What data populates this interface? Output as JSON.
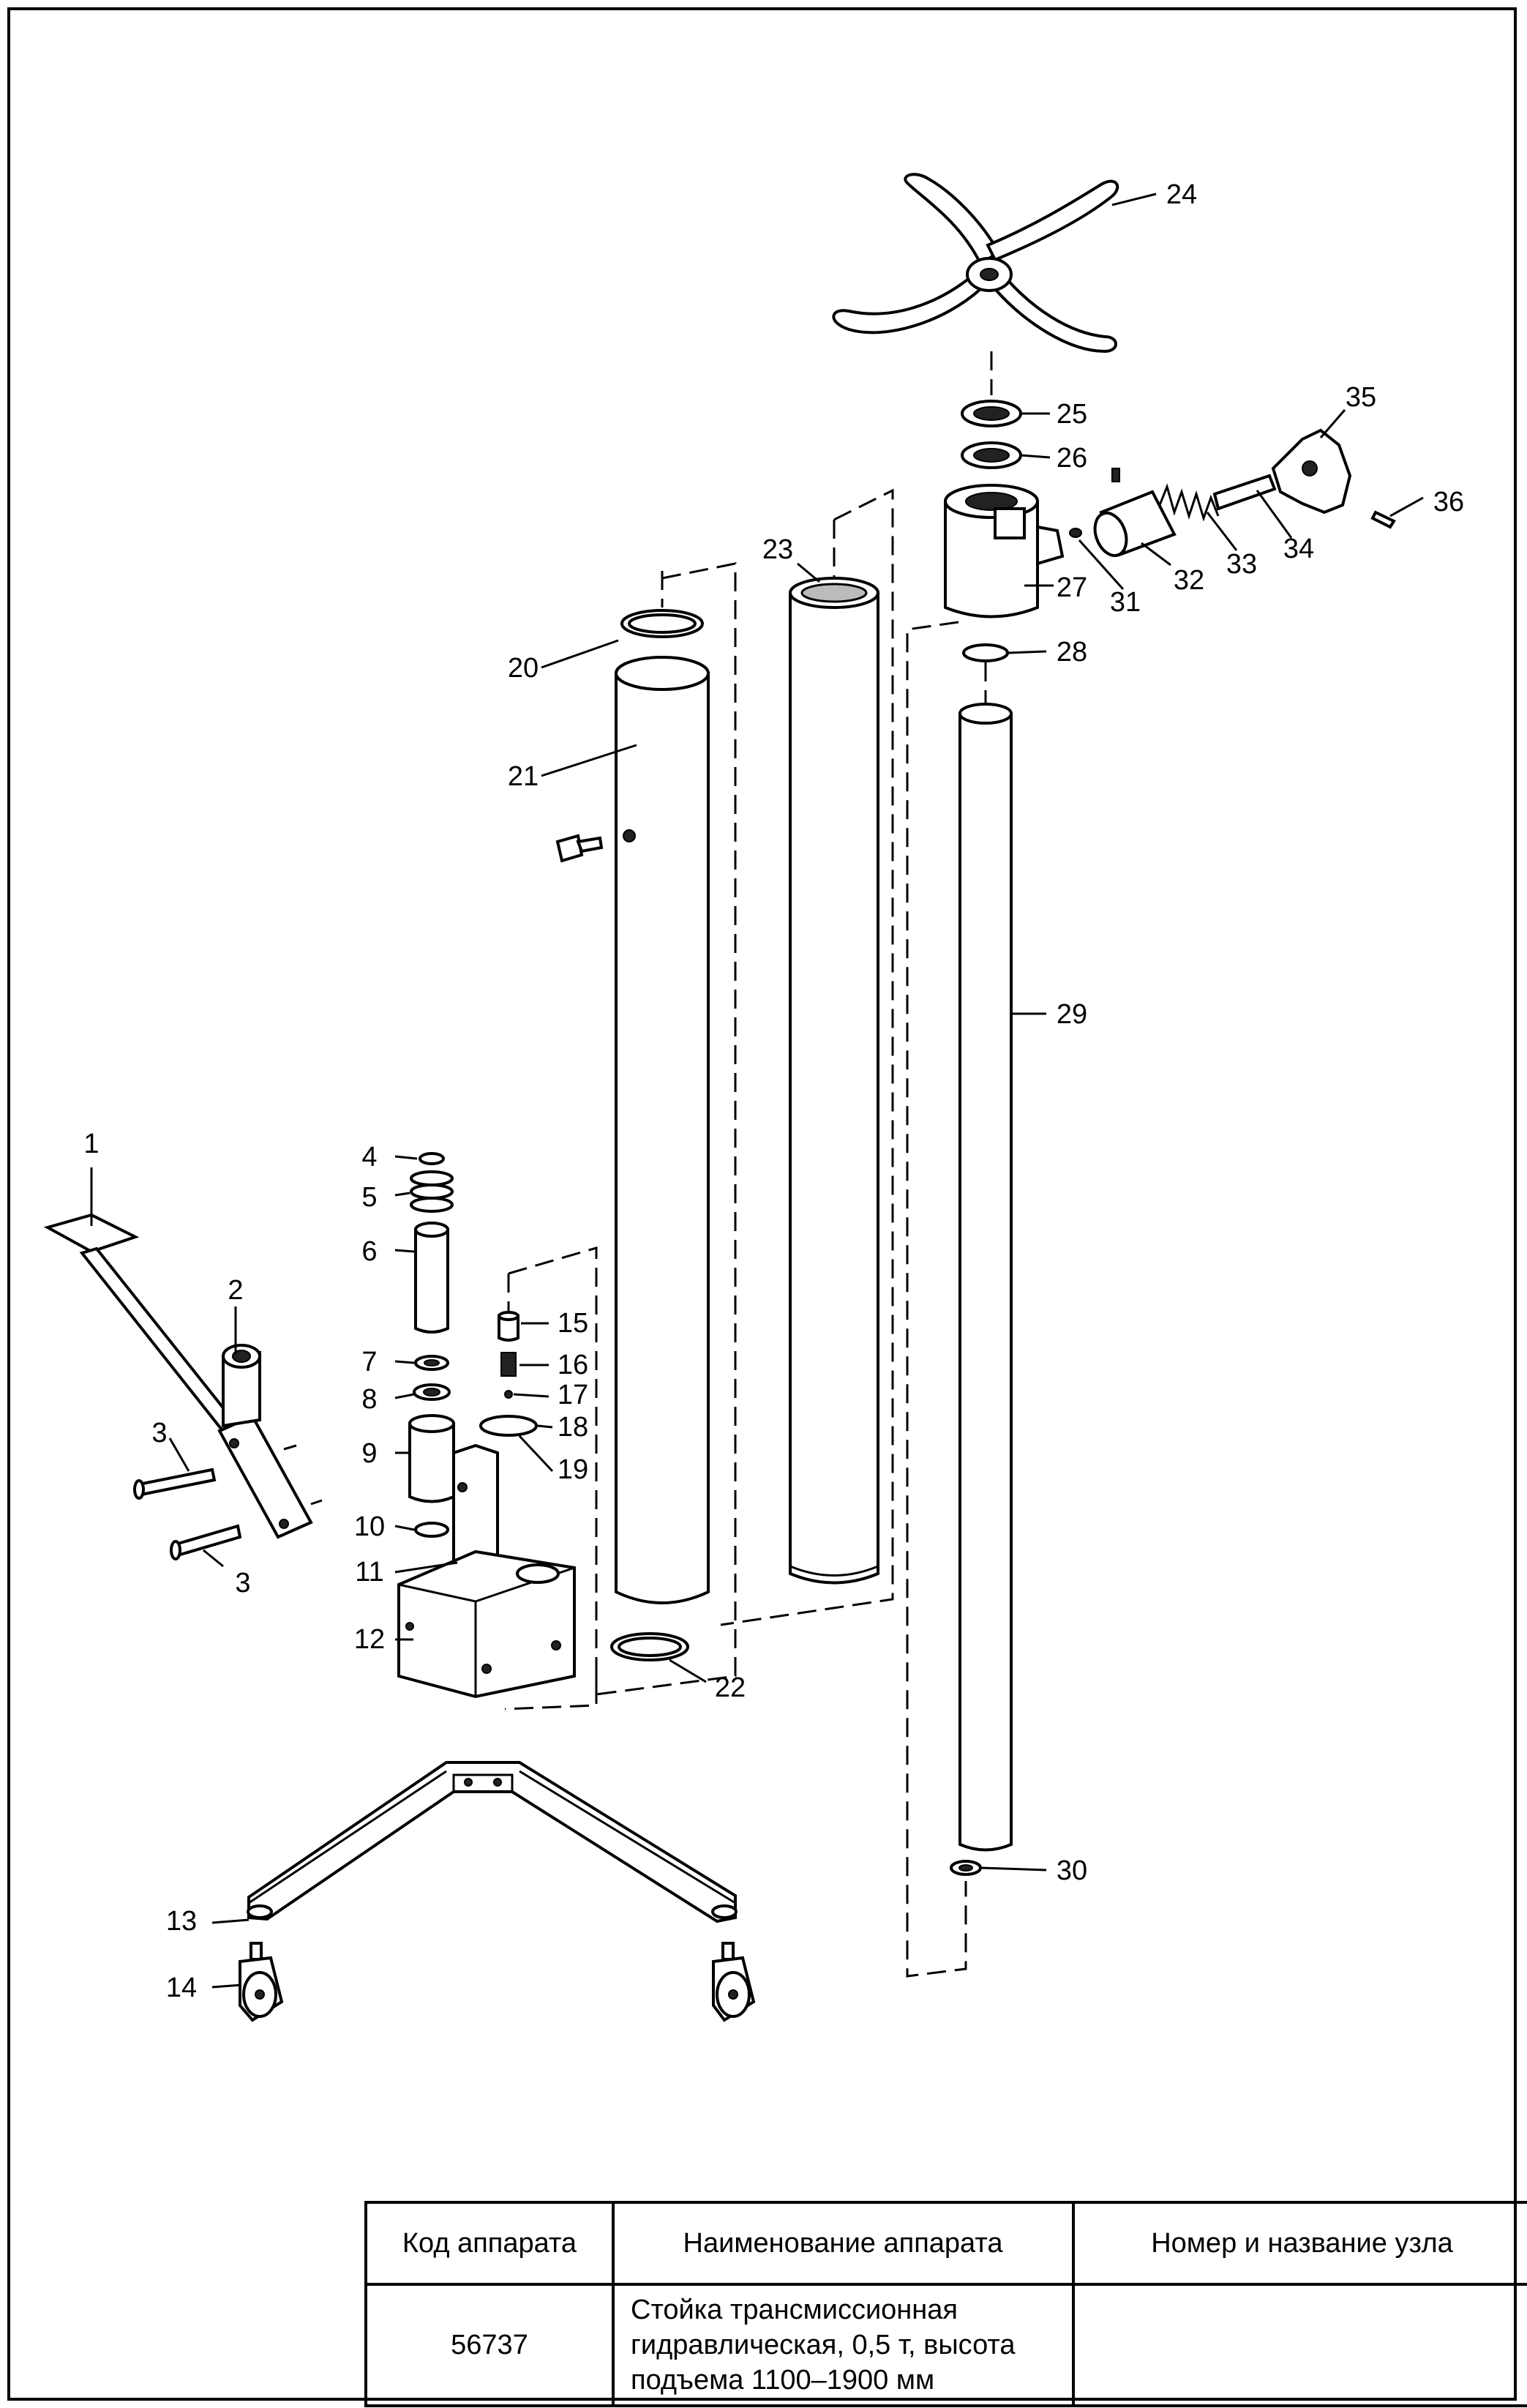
{
  "callouts": [
    "1",
    "2",
    "3",
    "3",
    "4",
    "5",
    "6",
    "7",
    "8",
    "9",
    "10",
    "11",
    "12",
    "13",
    "14",
    "15",
    "16",
    "17",
    "18",
    "19",
    "20",
    "21",
    "22",
    "23",
    "24",
    "25",
    "26",
    "27",
    "28",
    "29",
    "30",
    "31",
    "32",
    "33",
    "34",
    "35",
    "36"
  ],
  "title_block": {
    "headers": {
      "code": "Код аппарата",
      "name": "Наименование аппарата",
      "unit": "Номер и название узла"
    },
    "values": {
      "code": "56737",
      "name_lines": [
        "Стойка трансмиссионная",
        "гидравлическая, 0,5 т, высота",
        "подъема 1100–1900 мм"
      ],
      "unit": ""
    }
  }
}
